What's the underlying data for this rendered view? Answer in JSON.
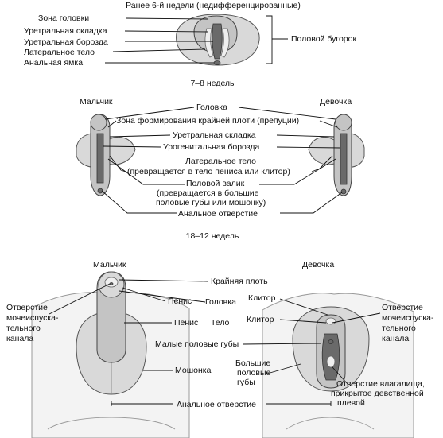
{
  "sections": {
    "s1_title": "Ранее 6-й недели (недифференцированные)",
    "s2_title": "7–8 недель",
    "s3_title": "18–12 недель"
  },
  "s1": {
    "zona_golovki": "Зона головки",
    "uretr_skladka": "Уретральная складка",
    "uretr_boroz": "Уретральная борозда",
    "lat_telo": "Латеральное тело",
    "anal_yamka": "Анальная ямка",
    "polovoy_bugorok": "Половой бугорок"
  },
  "s2": {
    "malchik": "Мальчик",
    "devochka": "Девочка",
    "golovka": "Головка",
    "zona_form": "Зона формирования крайней плоти (препуции)",
    "uretr_skladka": "Уретральная складка",
    "urogen_boroz": "Урогенитальная борозда",
    "lat_telo": "Латеральное тело",
    "lat_telo_note": "(превращается в тело пениса или клитор)",
    "polovoy_valik": "Половой валик",
    "polovoy_valik_note1": "(превращается в большие",
    "polovoy_valik_note2": "половые губы или мошонку)",
    "anal_otv": "Анальное отверстие"
  },
  "s3": {
    "malchik": "Мальчик",
    "devochka": "Девочка",
    "kraynyaya_plot": "Крайняя плоть",
    "penis1": "Пенис",
    "golovka": "Головка",
    "penis2": "Пенис",
    "telo": "Тело",
    "otv_moch_left": [
      "Отверстие",
      "мочеиспуска-",
      "тельного",
      "канала"
    ],
    "otv_moch_right": [
      "Отверстие",
      "мочеиспуска-",
      "тельного",
      "канала"
    ],
    "klitor1": "Клитор",
    "klitor2": "Клитор",
    "malye_guby": "Малые половые губы",
    "moshonka": "Мошонка",
    "bolshie_guby": [
      "Большие",
      "половые",
      "губы"
    ],
    "otv_vlag": [
      "Отверстие влагалища,",
      "прикрытое девственной",
      "плевой"
    ],
    "anal_otv": "Анальное отверстие"
  }
}
